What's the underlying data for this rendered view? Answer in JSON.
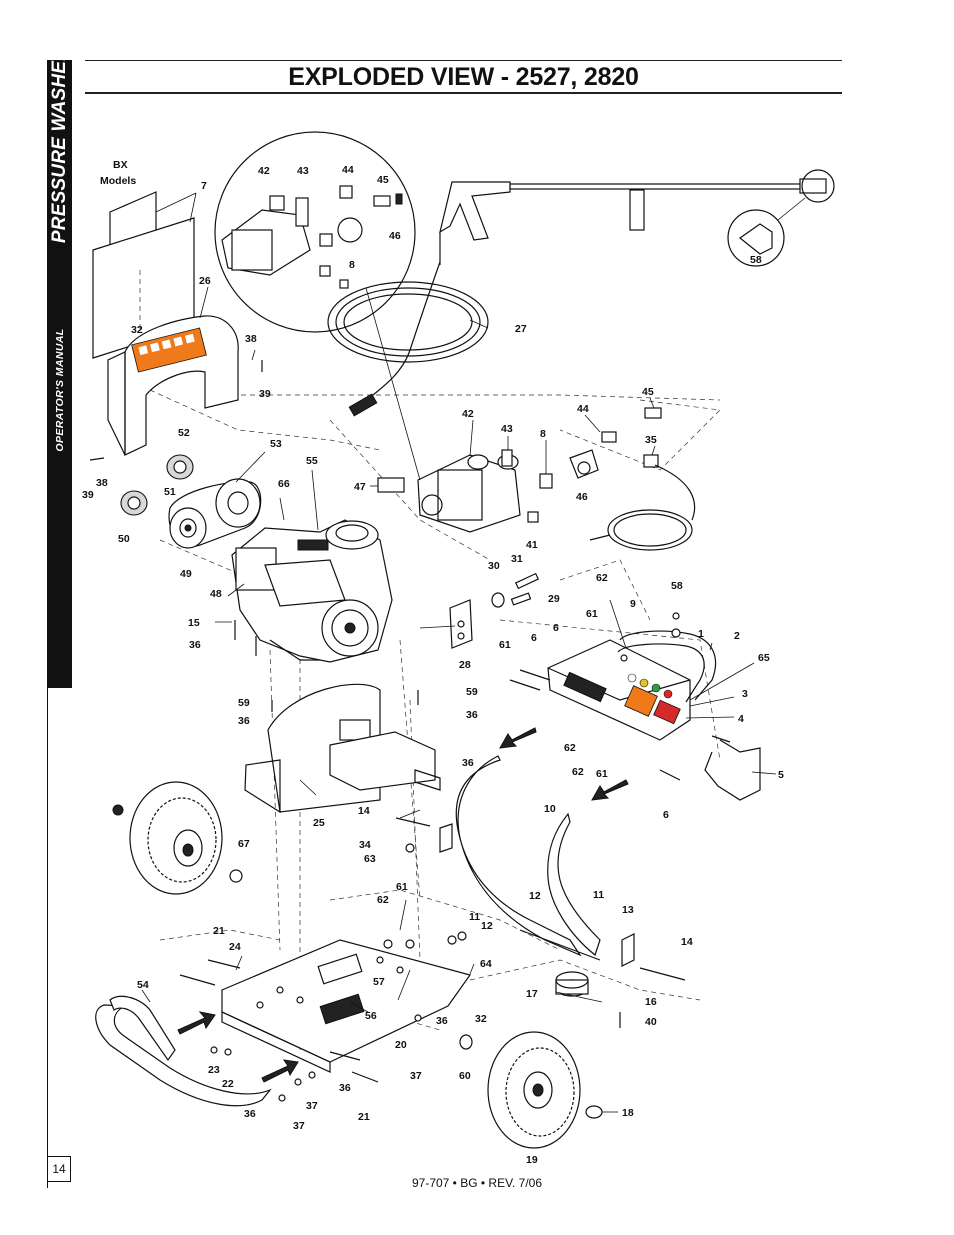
{
  "sidebar": {
    "brand": "PRESSURE WASHER",
    "manual": "OPERATOR'S MANUAL"
  },
  "header": {
    "title": "EXPLODED VIEW - 2527, 2820"
  },
  "callouts": {
    "bx_line1": "BX",
    "bx_line2": "Models",
    "n1": "1",
    "n2": "2",
    "n3": "3",
    "n4": "4",
    "n5": "5",
    "n6a": "6",
    "n6b": "6",
    "n6c": "6",
    "n7": "7",
    "n8a": "8",
    "n8b": "8",
    "n9": "9",
    "n10": "10",
    "n11a": "11",
    "n11b": "11",
    "n12a": "12",
    "n12b": "12",
    "n13": "13",
    "n14a": "14",
    "n14b": "14",
    "n15": "15",
    "n16": "16",
    "n17": "17",
    "n18": "18",
    "n19": "19",
    "n20": "20",
    "n21a": "21",
    "n21b": "21",
    "n22": "22",
    "n23": "23",
    "n24": "24",
    "n25": "25",
    "n26": "26",
    "n27": "27",
    "n28": "28",
    "n29": "29",
    "n30": "30",
    "n31": "31",
    "n32a": "32",
    "n32b": "32",
    "n34": "34",
    "n35": "35",
    "n36a": "36",
    "n36b": "36",
    "n36c": "36",
    "n36d": "36",
    "n36e": "36",
    "n36f": "36",
    "n36g": "36",
    "n37a": "37",
    "n37b": "37",
    "n37c": "37",
    "n38a": "38",
    "n38b": "38",
    "n39a": "39",
    "n39b": "39",
    "n40": "40",
    "n41": "41",
    "n42a": "42",
    "n42b": "42",
    "n43a": "43",
    "n43b": "43",
    "n44a": "44",
    "n44b": "44",
    "n45a": "45",
    "n45b": "45",
    "n46a": "46",
    "n46b": "46",
    "n47": "47",
    "n48": "48",
    "n49": "49",
    "n50": "50",
    "n51": "51",
    "n52": "52",
    "n53": "53",
    "n54": "54",
    "n55": "55",
    "n56": "56",
    "n57": "57",
    "n58a": "58",
    "n58b": "58",
    "n59a": "59",
    "n59b": "59",
    "n60": "60",
    "n61a": "61",
    "n61b": "61",
    "n61c": "61",
    "n61d": "61",
    "n62a": "62",
    "n62b": "62",
    "n62c": "62",
    "n62d": "62",
    "n63": "63",
    "n64": "64",
    "n65": "65",
    "n66": "66",
    "n67": "67"
  },
  "colors": {
    "warning_orange": "#f07a1a",
    "warning_red": "#d42a2a",
    "nozzle_green": "#2e9e44",
    "nozzle_yellow": "#e8c21a",
    "ink": "#111111"
  },
  "footer": {
    "page_number": "14",
    "doc_code": "97-707 • BG • REV. 7/06"
  }
}
